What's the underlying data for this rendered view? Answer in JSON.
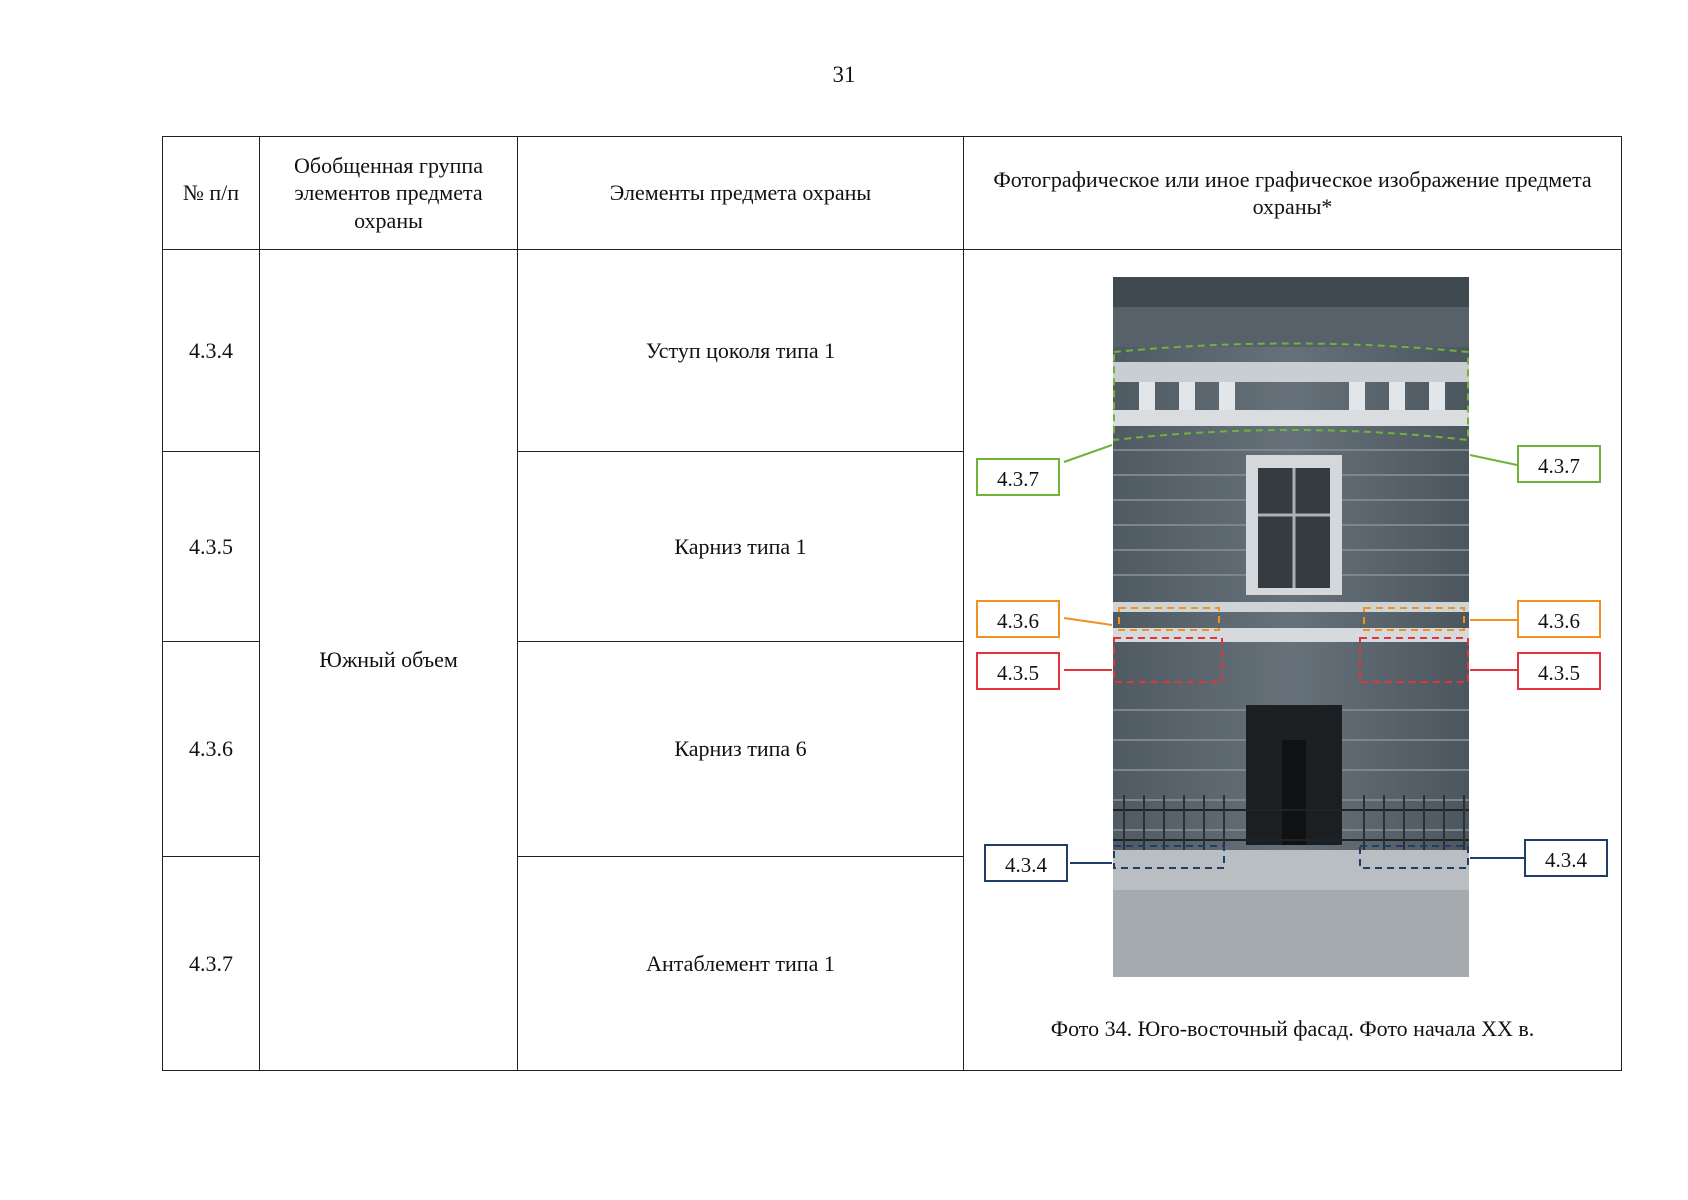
{
  "page_number": "31",
  "table": {
    "headers": {
      "num": "№ п/п",
      "group": "Обобщенная группа элементов предмета охраны",
      "elements": "Элементы предмета охраны",
      "image": "Фотографическое или иное графическое изображение предмета охраны*"
    },
    "group_value": "Южный объем",
    "rows": [
      {
        "num": "4.3.4",
        "element": "Уступ цоколя типа 1"
      },
      {
        "num": "4.3.5",
        "element": "Карниз типа 1"
      },
      {
        "num": "4.3.6",
        "element": "Карниз типа 6"
      },
      {
        "num": "4.3.7",
        "element": "Антаблемент типа 1"
      }
    ]
  },
  "photo": {
    "caption": "Фото 34. Юго-восточный фасад. Фото начала XX в.",
    "callouts": {
      "left_437": "4.3.7",
      "right_437": "4.3.7",
      "left_436": "4.3.6",
      "right_436": "4.3.6",
      "left_435": "4.3.5",
      "right_435": "4.3.5",
      "left_434": "4.3.4",
      "right_434": "4.3.4"
    },
    "colors": {
      "green": "#6fb33a",
      "orange": "#f0921e",
      "red": "#e5323b",
      "navy": "#1f3d66"
    }
  }
}
